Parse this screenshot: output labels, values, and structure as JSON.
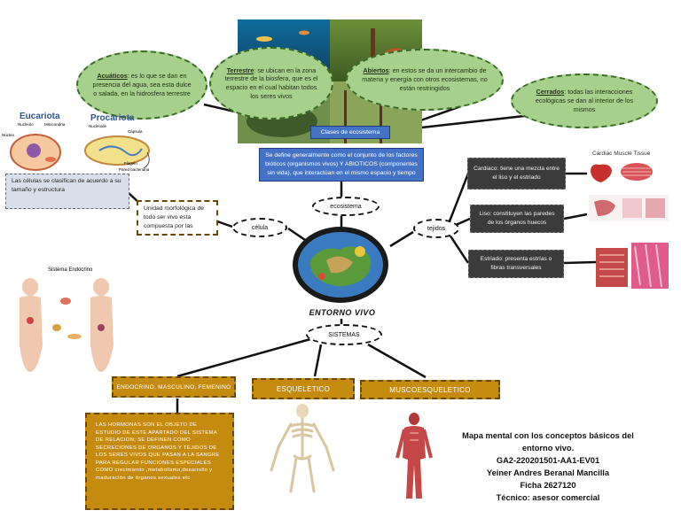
{
  "central": {
    "title": "ENTORNO VIVO"
  },
  "nodes": {
    "ecosistema": "ecosistema",
    "celula": "célula",
    "tejidos": "tejidos",
    "sistemas": "SISTEMAS",
    "clases": "Clases de ecosistema"
  },
  "ecosistema_def": "Se define generalmente como el conjunto de los factores bióticos (organismos vivos) Y ABIOTICOS (componentes sin vida), que interactúan en el mismo espacio y tiempo",
  "ecosystem_types": {
    "acuaticos": {
      "term": "Acuáticos",
      "text": ": es lo que se dan en presencia del agua, sea esta dulce o salada, en la hidrosfera terrestre"
    },
    "terrestre": {
      "term": "Terrestre",
      "text": ": se ubican en la zona terrestre de la biosfera, que es el espacio en el cual habitan todos los seres vivos"
    },
    "abiertos": {
      "term": "Abiertos",
      "text": ": en estos se da un intercambio de materia y energía con otros ecosistemas, no están restringidos"
    },
    "cerrados": {
      "term": "Cerrados",
      "text": ": todas las interacciones ecológicas se dan al interior de los mismos"
    }
  },
  "celula": {
    "unidad": "Unidad morfológica de todo ser vivo esta compuesta por las",
    "clasificacion": "Las células se clasifican de acuerdo a su tamaño y estructura",
    "eucariota": "Eucariota",
    "procariota": "Procariota",
    "labels": {
      "nucleo": "Núcleo",
      "nucleolo": "Nucleolo",
      "mitocondria": "Mitocondria",
      "nucleoide": "Nucleoide",
      "capsula": "Cápsula",
      "flagelo": "Flagelo",
      "pared": "Pared bacteriana"
    }
  },
  "tejidos": {
    "cardiaco": "Cardiaco: tiene una mezcla entre el liso y el estriado",
    "liso": "Liso: constituyen las paredes de los órganos huecos",
    "estriado": "Estriado: presenta estrías o fibras transversales",
    "cardiac_caption": "Cardiac Muscle Tissue"
  },
  "sistemas": {
    "endocrino": "ENDOCRINO, MASCULINO, FEMENINO",
    "esqueletico": "ESQUELETICO",
    "musculo": "MUSCOESQUELETICO",
    "hormonas": "LAS HORMONAS SON EL OBJETO DE ESTUDIO DE ESTE APARTADO DEL SISTEMA DE RELACION; SE DEFINEN COMO SECRECIONES DE ORGANOS Y TEJIDOS DE LOS SERES VIVOS QUE PASAN A LA SANGRE PARA REGULAR FUNCIONES ESPECIALES COMO crecimiento ,metabolismo,desarrollo y maduración de órganos sexuales etc",
    "endocrine_title": "Sistema Endocrino"
  },
  "credits": {
    "line1": "Mapa mental con los conceptos básicos del",
    "line2": "entorno vivo.",
    "line3": "GA2-220201501-AA1-EV01",
    "line4": "Yeiner Andres Beranal Mancilla",
    "line5": "Ficha 2627120",
    "line6": "Técnico: asesor comercial"
  }
}
